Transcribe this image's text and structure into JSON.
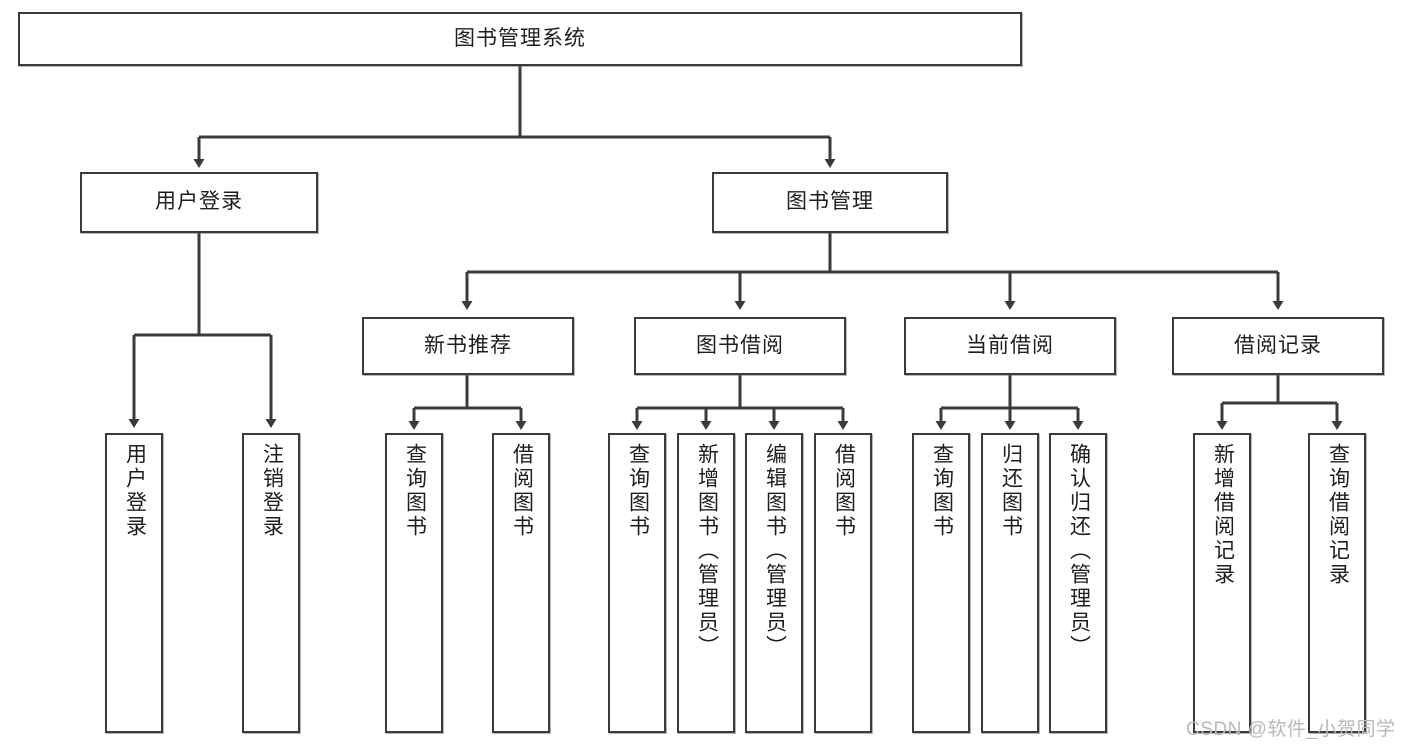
{
  "diagram": {
    "title": "图书管理系统",
    "type": "tree-hierarchy-diagram",
    "root": {
      "id": "root",
      "label": "图书管理系统"
    },
    "level1": [
      {
        "id": "user-login",
        "label": "用户登录"
      },
      {
        "id": "book-management",
        "label": "图书管理"
      }
    ],
    "level2": [
      {
        "id": "new-book-recommend",
        "label": "新书推荐",
        "parent": "book-management"
      },
      {
        "id": "book-borrow",
        "label": "图书借阅",
        "parent": "book-management"
      },
      {
        "id": "current-borrow",
        "label": "当前借阅",
        "parent": "book-management"
      },
      {
        "id": "borrow-record",
        "label": "借阅记录",
        "parent": "book-management"
      }
    ],
    "leaves": {
      "user-login": [
        {
          "id": "leaf-user-login",
          "label": "用户登录"
        },
        {
          "id": "leaf-user-logout",
          "label": "注销登录"
        }
      ],
      "new-book-recommend": [
        {
          "id": "leaf-query-book-1",
          "label": "查询图书"
        },
        {
          "id": "leaf-borrow-book-1",
          "label": "借阅图书"
        }
      ],
      "book-borrow": [
        {
          "id": "leaf-query-book-2",
          "label": "查询图书"
        },
        {
          "id": "leaf-add-book",
          "label": "新增图书（管理员）"
        },
        {
          "id": "leaf-edit-book",
          "label": "编辑图书（管理员）"
        },
        {
          "id": "leaf-borrow-book-2",
          "label": "借阅图书"
        }
      ],
      "current-borrow": [
        {
          "id": "leaf-query-book-3",
          "label": "查询图书"
        },
        {
          "id": "leaf-return-book",
          "label": "归还图书"
        },
        {
          "id": "leaf-confirm-return",
          "label": "确认归还（管理员）"
        }
      ],
      "borrow-record": [
        {
          "id": "leaf-add-record",
          "label": "新增借阅记录"
        },
        {
          "id": "leaf-query-record",
          "label": "查询借阅记录"
        }
      ]
    }
  },
  "watermark": {
    "text": "CSDN @软件_小贺同学"
  },
  "colors": {
    "background": "#ffffff",
    "box_border": "#3b3b3b",
    "box_fill": "#ffffff",
    "connector": "#3b3b3b",
    "text": "#1e1e1e",
    "watermark": "#b9b9b9"
  }
}
